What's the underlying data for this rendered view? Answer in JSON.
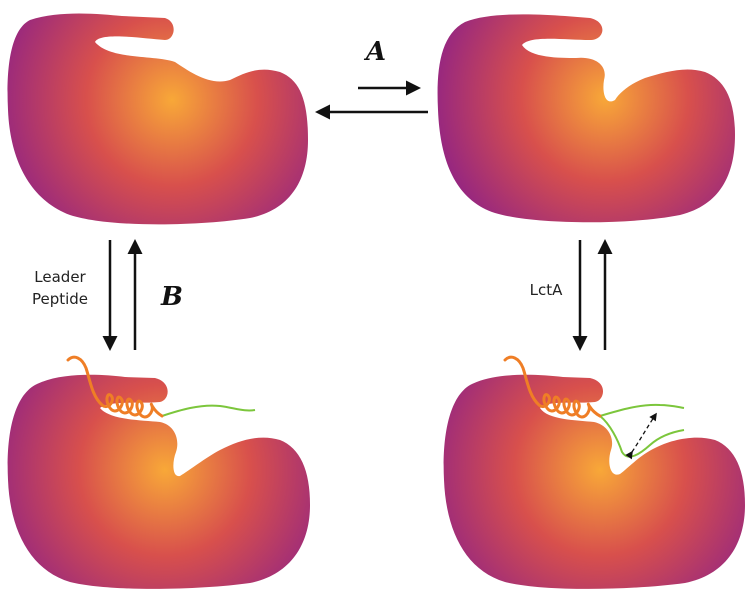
{
  "labels": {
    "equilibrium_a": "A",
    "equilibrium_b": "B",
    "leader_line1": "Leader",
    "leader_line2": "Peptide",
    "lcta": "LctA"
  },
  "colors": {
    "enzyme_center": "#f8a838",
    "enzyme_mid": "#d8504c",
    "enzyme_edge": "#8c2088",
    "leader_helix": "#ef7e26",
    "core_peptide": "#7cc63c",
    "arrow": "#111111"
  }
}
